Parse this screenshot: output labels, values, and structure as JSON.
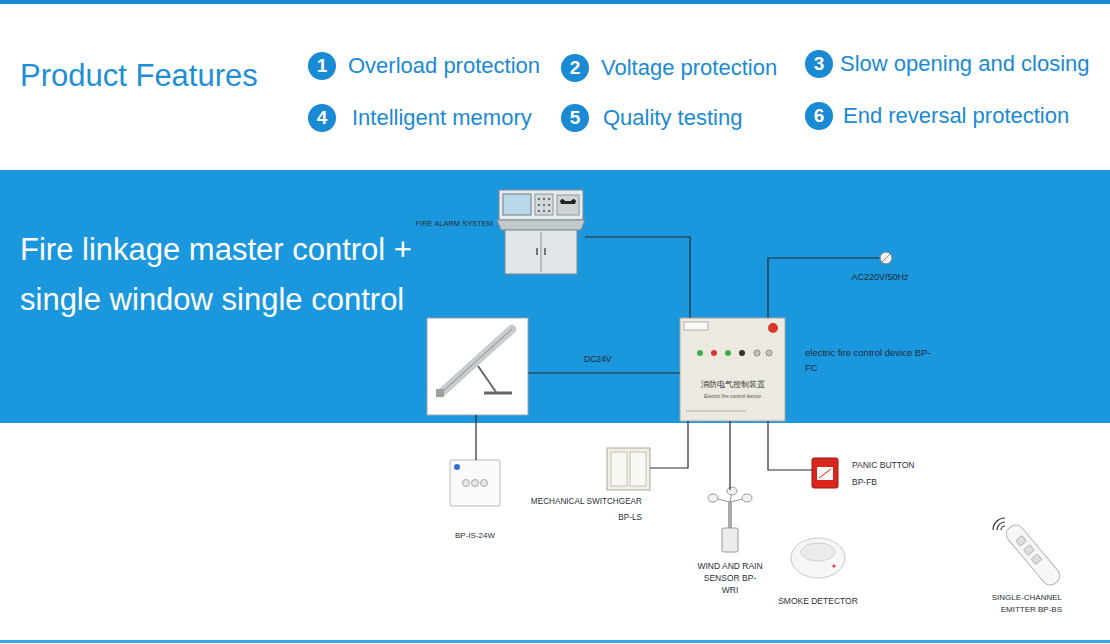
{
  "diagram": {
    "title": "Product Features",
    "nodes": [
      {
        "text": [
          "1",
          "Overload protection"
        ]
      },
      {
        "text": [
          "2",
          "Voltage protection"
        ]
      },
      {
        "text": [
          "3",
          "Slow opening and closing"
        ]
      },
      {
        "text": [
          "4",
          "Intelligent memory"
        ]
      },
      {
        "text": [
          "5",
          "Quality testing"
        ]
      },
      {
        "text": [
          "6",
          "End reversal protection"
        ]
      },
      {
        "text": [
          "Fire linkage master control + single window single control"
        ]
      },
      {
        "text": [
          "FIRE ALARM SYSTEM"
        ],
        "in": 6
      },
      {
        "text": [
          "AC220V/50Hz"
        ],
        "in": 6
      },
      {
        "text": [
          "electric fire control device BP-FC",
          "消防电气控制装置",
          "Electric fire control device"
        ],
        "in": 6
      },
      {
        "text": [
          "BP-IS-24W"
        ]
      },
      {
        "text": [
          "MECHANICAL SWITCHGEAR BP-LS"
        ]
      },
      {
        "text": [
          "PANIC BUTTON BP-FB"
        ]
      },
      {
        "text": [
          "WIND AND RAIN SENSOR BP-WRI"
        ]
      },
      {
        "text": [
          "SMOKE DETECTOR"
        ]
      },
      {
        "text": [
          "SINGLE-CHANNEL EMITTER BP-BS"
        ]
      }
    ],
    "edges": [
      {
        "from": 7,
        "to": 9,
        "arrow": "none"
      },
      {
        "from": 8,
        "to": 9,
        "arrow": "none"
      },
      {
        "from": 9,
        "to": 11,
        "arrow": "none"
      },
      {
        "from": 9,
        "to": 13,
        "arrow": "none"
      },
      {
        "from": 9,
        "to": 12,
        "arrow": "none"
      }
    ],
    "labels": [
      "DC24V"
    ]
  }
}
